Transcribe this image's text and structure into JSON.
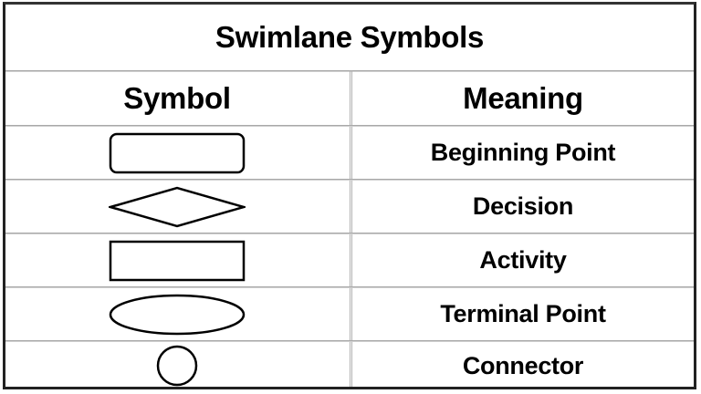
{
  "title": "Swimlane Symbols",
  "headers": {
    "symbol": "Symbol",
    "meaning": "Meaning"
  },
  "rows": [
    {
      "shape": "rounded-rectangle",
      "meaning": "Beginning Point"
    },
    {
      "shape": "diamond",
      "meaning": "Decision"
    },
    {
      "shape": "rectangle",
      "meaning": "Activity"
    },
    {
      "shape": "ellipse",
      "meaning": "Terminal Point"
    },
    {
      "shape": "circle",
      "meaning": "Connector"
    }
  ],
  "colors": {
    "background": "#ffffff",
    "stroke": "#000000",
    "grid": "#a8a8a8",
    "frame": "#222222"
  }
}
